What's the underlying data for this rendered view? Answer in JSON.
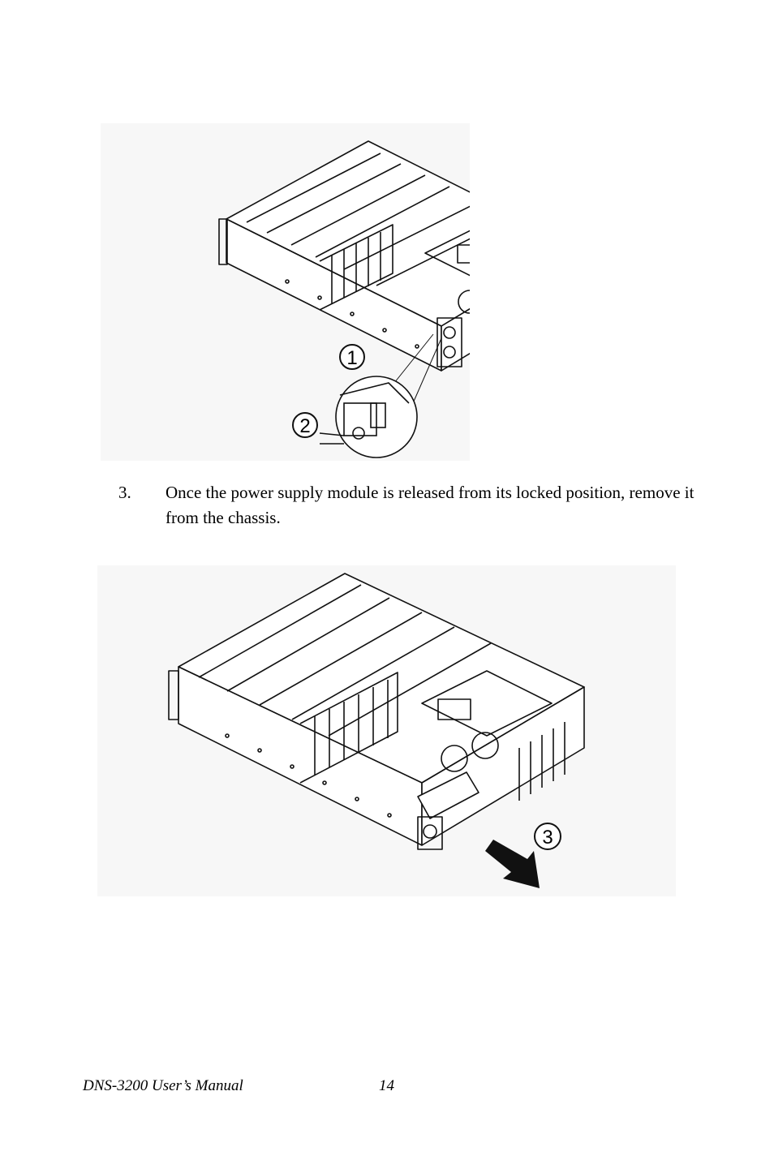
{
  "figures": [
    {
      "callouts": [
        "1",
        "2"
      ],
      "icons": [
        "chassis-illustration",
        "magnifier-detail"
      ]
    },
    {
      "callouts": [
        "3"
      ],
      "icons": [
        "chassis-illustration",
        "pull-arrow-icon"
      ]
    }
  ],
  "step": {
    "number": "3.",
    "text": "Once the power supply module is released from its locked position, remove it from the chassis."
  },
  "footer": {
    "title": "DNS-3200 User’s Manual",
    "page": "14"
  }
}
